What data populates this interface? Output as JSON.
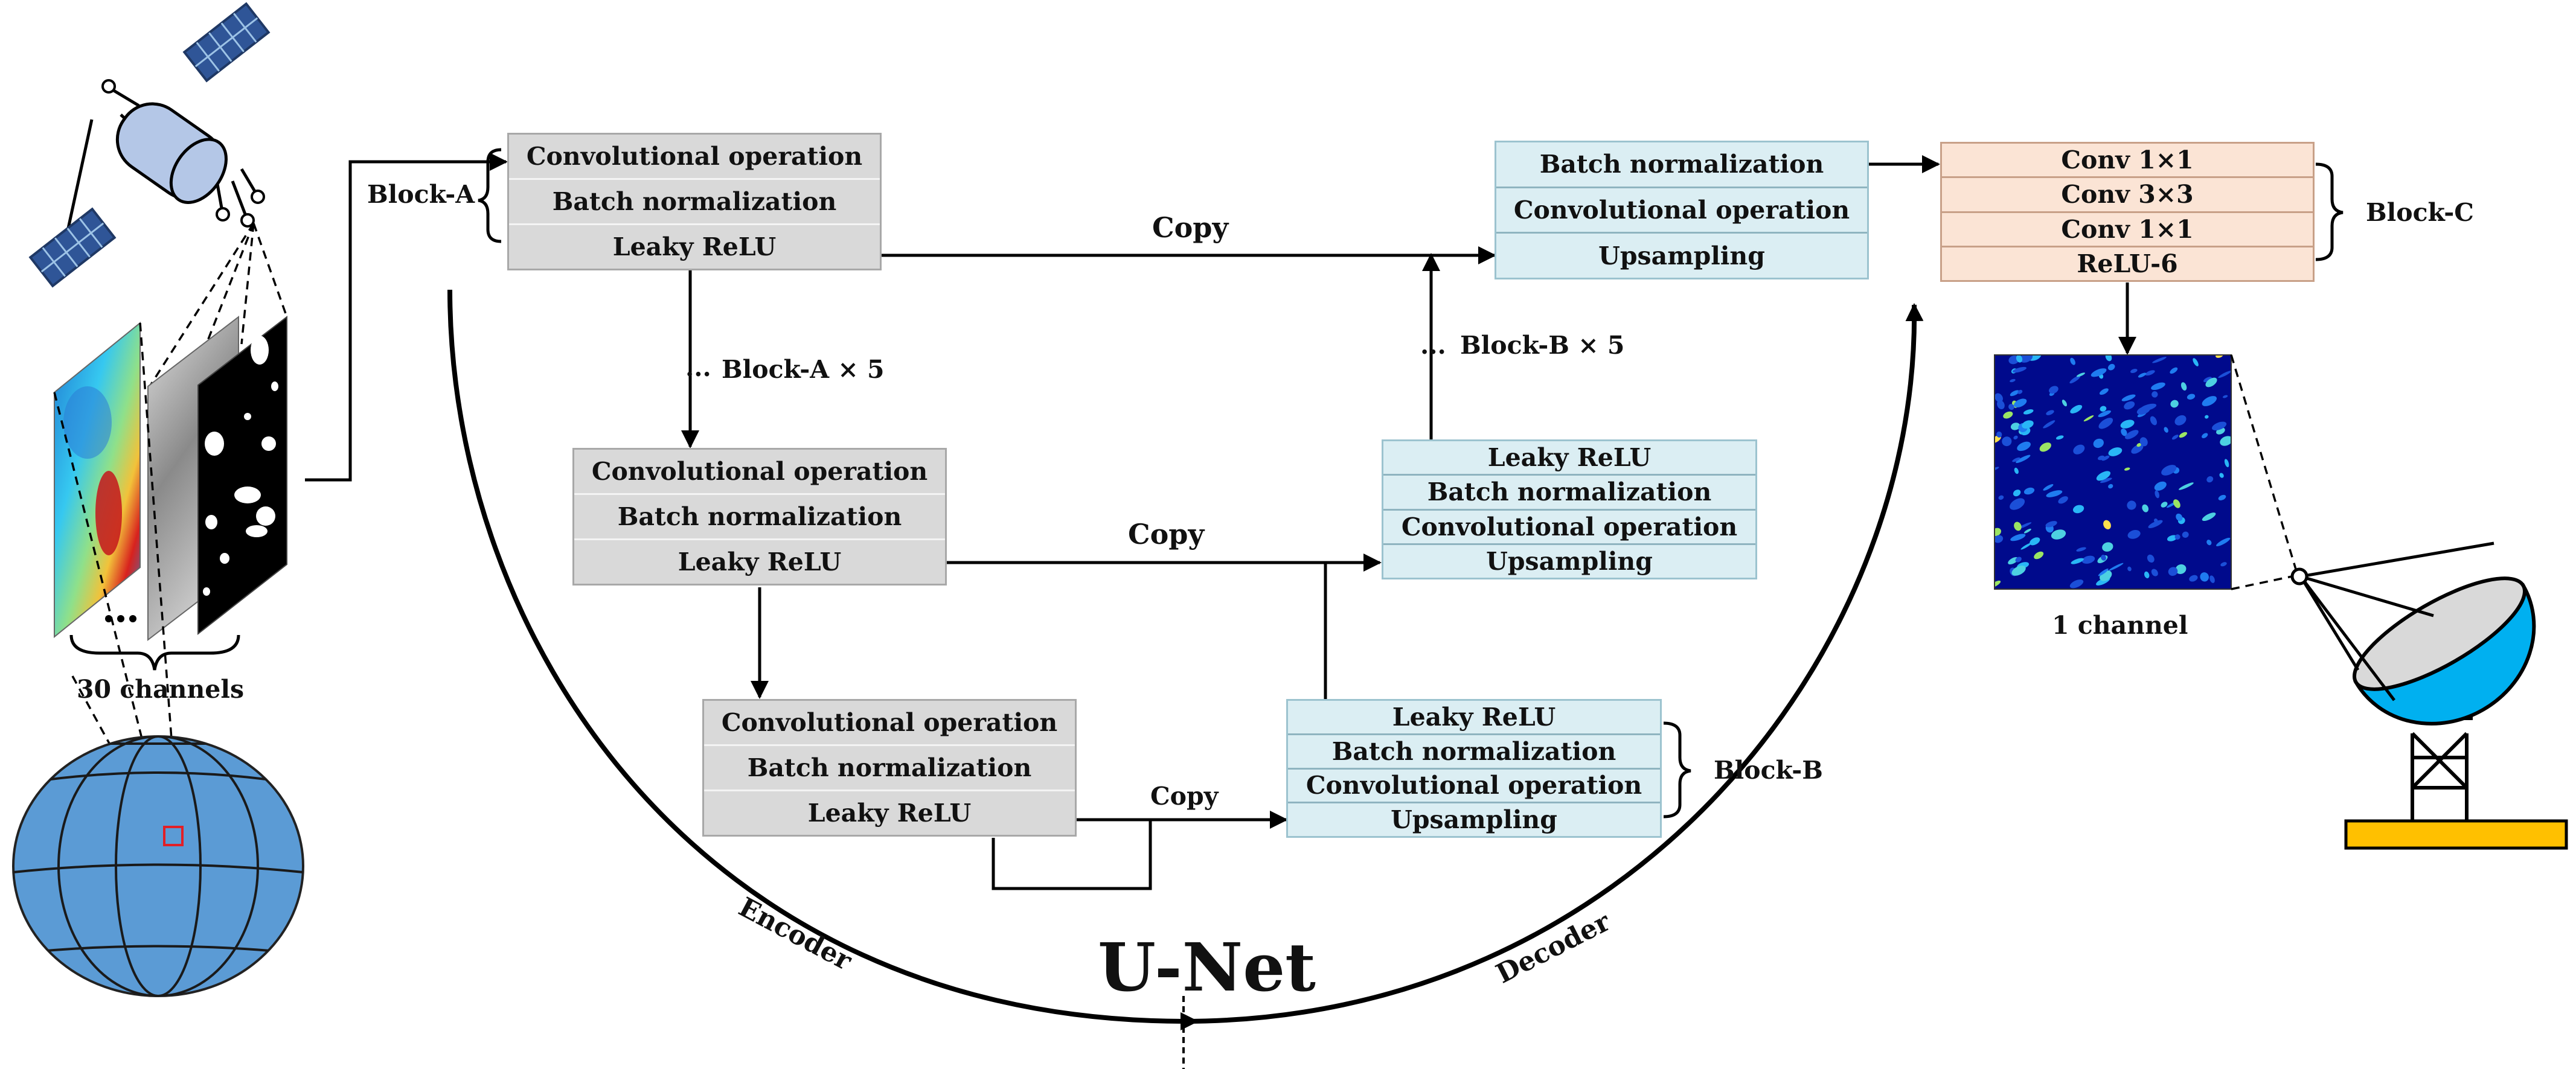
{
  "title": "U-Net",
  "encoder_label": "Encoder",
  "decoder_label": "Decoder",
  "input_channels_label": "30 channels",
  "output_channels_label": "1 channel",
  "ellipsis": "...",
  "block_labels": {
    "a": "Block-A",
    "b": "Block-B",
    "c": "Block-C",
    "a_repeat": "Block-A × 5",
    "b_repeat": "Block-B × 5"
  },
  "copy_labels": {
    "top": "Copy",
    "mid": "Copy",
    "low": "Copy"
  },
  "encoder_blocks": [
    {
      "rows": [
        "Convolutional operation",
        "Batch normalization",
        "Leaky ReLU"
      ]
    },
    {
      "rows": [
        "Convolutional operation",
        "Batch normalization",
        "Leaky ReLU"
      ]
    },
    {
      "rows": [
        "Convolutional operation",
        "Batch normalization",
        "Leaky ReLU"
      ]
    }
  ],
  "decoder_blocks": [
    {
      "rows": [
        "Batch normalization",
        "Convolutional operation",
        "Upsampling"
      ]
    },
    {
      "rows": [
        "Leaky ReLU",
        "Batch normalization",
        "Convolutional operation",
        "Upsampling"
      ]
    },
    {
      "rows": [
        "Leaky ReLU",
        "Batch normalization",
        "Convolutional operation",
        "Upsampling"
      ]
    }
  ],
  "output_block": {
    "rows": [
      "Conv 1×1",
      "Conv 3×3",
      "Conv 1×1",
      "ReLU-6"
    ]
  },
  "colors": {
    "encoder_fill": "#d9d9d9",
    "decoder_fill": "#dbeef3",
    "output_fill": "#fbe4d5",
    "globe": "#5b9bd5",
    "satellite_body": "#b4c7e7",
    "satellite_panel": "#2f5597",
    "radar_dish": "#00b0f0",
    "radar_base": "#ffc000"
  }
}
